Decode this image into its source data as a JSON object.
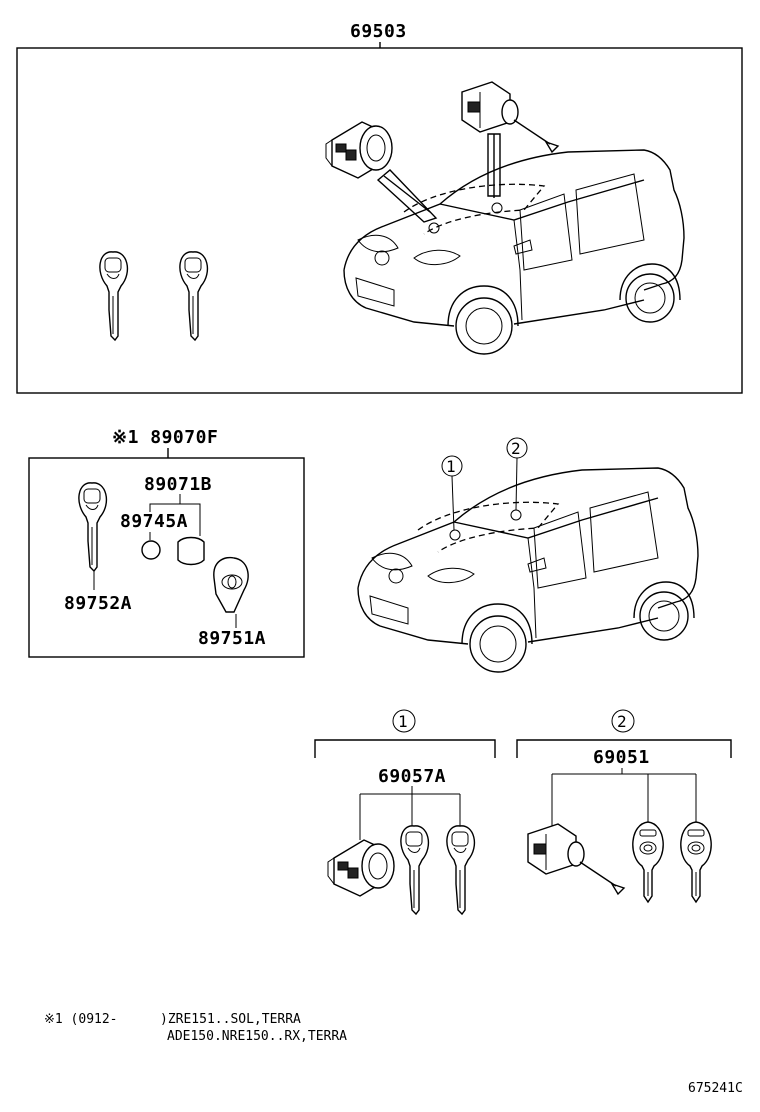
{
  "labels": {
    "top_assembly": "69503",
    "set_label": "※1 89070F",
    "transmitter_case": "89071B",
    "battery": "89745A",
    "key_blank": "89752A",
    "transmitter_housing": "89751A",
    "cylinder_set_1": "69057A",
    "cylinder_set_2": "69051",
    "callout_1": "①",
    "callout_2": "②"
  },
  "footnote": {
    "marker": "※1 (0912-",
    "line1": ")ZRE151..SOL,TERRA",
    "line2": "ADE150.NRE150..RX,TERRA"
  },
  "illustration_code": "675241C",
  "icons": [
    "vehicle-hatchback-icon",
    "key-icon",
    "lock-cylinder-icon",
    "door-lock-cylinder-icon",
    "transmitter-key-icon",
    "battery-icon"
  ]
}
